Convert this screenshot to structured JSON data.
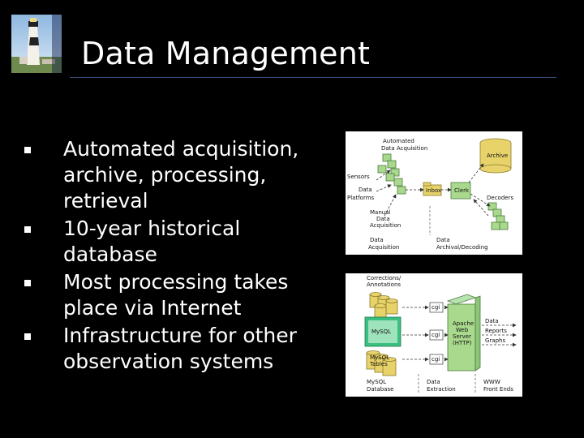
{
  "slide": {
    "title": "Data Management",
    "bullets": [
      "Automated acquisition, archive, processing, retrieval",
      "10-year historical database",
      "Most processing takes place via Internet",
      "Infrastructure for other observation systems"
    ]
  },
  "diagram_top": {
    "automated": "Automated",
    "data_acquisition": "Data Acquisition",
    "sensors": "Sensors",
    "data": "Data",
    "platforms": "Platforms",
    "manual": "Manual",
    "into": "Data",
    "acquisition": "Acquisition",
    "inbox": "Inbox",
    "clerk": "Clerk",
    "archive": "Archive",
    "decoders": "Decoders",
    "footer_left_1": "Data",
    "footer_left_2": "Acquisition",
    "footer_right_1": "Data",
    "footer_right_2": "Archival/Decoding"
  },
  "diagram_bottom": {
    "corrections_1": "Corrections/",
    "corrections_2": "Annotations",
    "cgi_1": "cgi",
    "cgi_2": "cgi",
    "cgi_3": "cgi",
    "mysql": "MySQL",
    "mysql_tables_1": "MySQL",
    "mysql_tables_2": "Tables",
    "apache_1": "Apache",
    "apache_2": "Web",
    "apache_3": "Server",
    "apache_4": "(HTTP)",
    "out_data": "Data",
    "out_reports": "Reports",
    "out_graphs": "Graphs",
    "footer_1a": "MySQL",
    "footer_1b": "Database",
    "footer_2a": "Data",
    "footer_2b": "Extraction",
    "footer_3a": "WWW",
    "footer_3b": "Front Ends"
  }
}
